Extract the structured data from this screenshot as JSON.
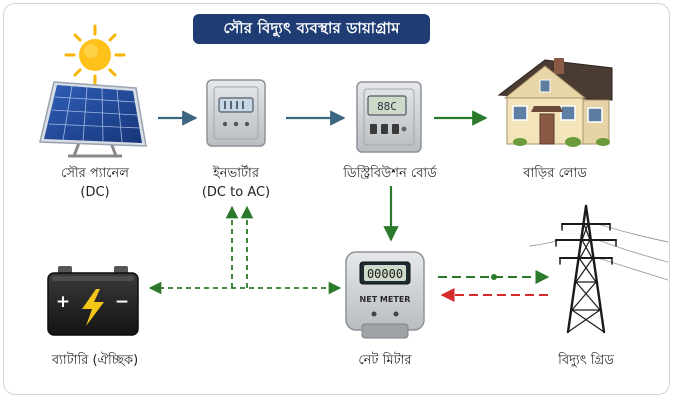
{
  "title": "সৌর বিদ্যুৎ ব্যবস্থার ডায়াগ্রাম",
  "nodes": {
    "solar_panel": {
      "label": "সৌর প্যানেল",
      "sublabel": "(DC)"
    },
    "inverter": {
      "label": "ইনভার্টার",
      "sublabel": "(DC to AC)"
    },
    "distribution_board": {
      "label": "ডিস্ট্রিবিউশন বোর্ড",
      "display": "88C"
    },
    "home_load": {
      "label": "বাড়ির লোড"
    },
    "battery": {
      "label": "ব্যাটারি (ঐচ্ছিক)",
      "plus": "+",
      "minus": "−"
    },
    "net_meter": {
      "label": "নেট মিটার",
      "display": "00000",
      "brand": "NET METER"
    },
    "grid": {
      "label": "বিদ্যুৎ গ্রিড"
    }
  },
  "colors": {
    "title_bg": "#1f3c74",
    "arrow_blue": "#3d6680",
    "arrow_green": "#2b7a2b",
    "arrow_red": "#d62b2b"
  }
}
